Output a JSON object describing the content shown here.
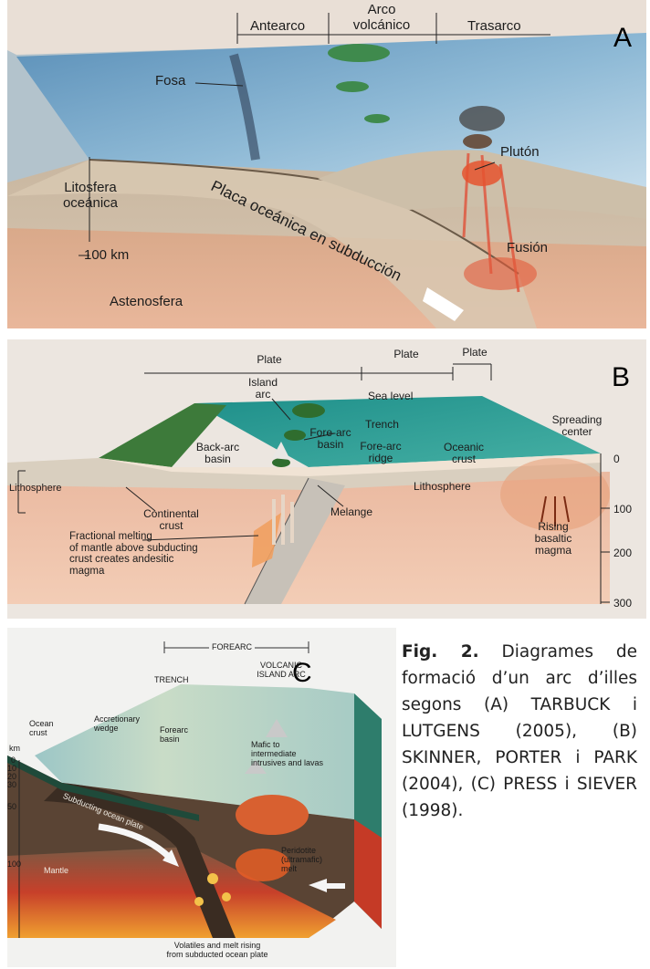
{
  "panel_a": {
    "letter": "A",
    "antearco": "Antearco",
    "arco_line1": "Arco",
    "arco_line2": "volcánico",
    "trasarco": "Trasarco",
    "fosa": "Fosa",
    "pluton": "Plutón",
    "litosfera_line1": "Litosfera",
    "litosfera_line2": "oceánica",
    "km100": "100 km",
    "placa": "Placa oceánica en subducción",
    "fusion": "Fusión",
    "astenosfera": "Astenosfera"
  },
  "panel_b": {
    "letter": "B",
    "plate": "Plate",
    "island_arc_line1": "Island",
    "island_arc_line2": "arc",
    "sea_level": "Sea level",
    "spreading_line1": "Spreading",
    "spreading_line2": "center",
    "trench": "Trench",
    "backarc_line1": "Back-arc",
    "backarc_line2": "basin",
    "forearc_basin_line1": "Fore-arc",
    "forearc_basin_line2": "basin",
    "forearc_ridge_line1": "Fore-arc",
    "forearc_ridge_line2": "ridge",
    "oceanic_line1": "Oceanic",
    "oceanic_line2": "crust",
    "lithosphere_left": "Lithosphere",
    "lithosphere_mid": "Lithosphere",
    "continental_line1": "Continental",
    "continental_line2": "crust",
    "melange": "Melange",
    "rising_line1": "Rising",
    "rising_line2": "basaltic",
    "rising_line3": "magma",
    "fractional_line1": "Fractional melting",
    "fractional_line2": "of mantle above subducting",
    "fractional_line3": "crust creates andesitic",
    "fractional_line4": "magma",
    "scale": [
      "0",
      "100",
      "200",
      "300"
    ]
  },
  "panel_c": {
    "letter": "C",
    "forearc": "FOREARC",
    "trench": "TRENCH",
    "volcanic_line1": "VOLCANIC",
    "volcanic_line2": "ISLAND ARC",
    "km": "km",
    "scale": [
      "0",
      "10",
      "20",
      "30",
      "50",
      "100"
    ],
    "ocean_crust_line1": "Ocean",
    "ocean_crust_line2": "crust",
    "accretionary_line1": "Accretionary",
    "accretionary_line2": "wedge",
    "forearc_basin_line1": "Forearc",
    "forearc_basin_line2": "basin",
    "mafic_line1": "Mafic to",
    "mafic_line2": "intermediate",
    "mafic_line3": "intrusives and lavas",
    "subducting": "Subducting ocean plate",
    "mantle": "Mantle",
    "peridotite_line1": "Peridotite",
    "peridotite_line2": "(ultramafic)",
    "peridotite_line3": "melt",
    "volatiles_line1": "Volatiles and melt rising",
    "volatiles_line2": "from subducted ocean plate"
  },
  "caption": {
    "fig_label": "Fig. 2.",
    "text": " Diagrames de formació d’un arc d’illes segons (A) TARBUCK i LUTGENS (2005), (B) SKINNER, PORTER i PARK (2004), (C) PRESS i SIEVER (1998)."
  }
}
